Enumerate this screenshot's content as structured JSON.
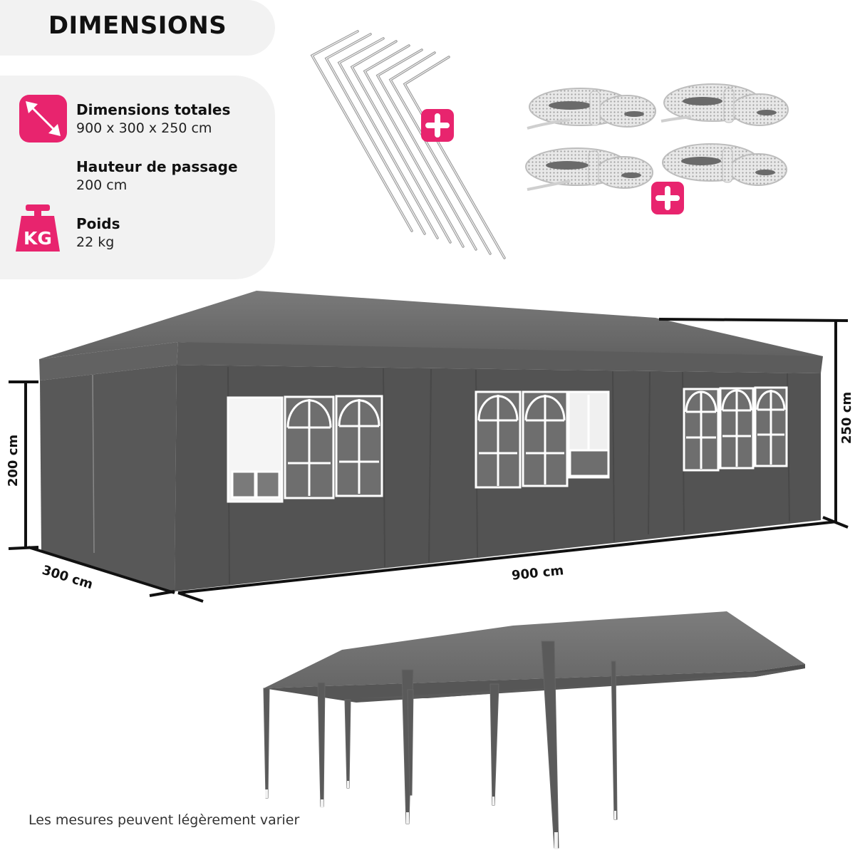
{
  "header": {
    "title": "DIMENSIONS"
  },
  "specs": [
    {
      "icon": "diagonal-arrows-icon",
      "label": "Dimensions totales",
      "value": "900 x 300 x 250 cm"
    },
    {
      "icon": "",
      "label": "Hauteur de passage",
      "value": "200 cm"
    },
    {
      "icon": "kg-weight-icon",
      "label": "Poids",
      "value": "22 kg",
      "icon_text": "KG"
    }
  ],
  "accessories": [
    {
      "name": "ground-stakes",
      "count": 8,
      "icon": "plus-icon"
    },
    {
      "name": "guy-ropes",
      "count": 4,
      "icon": "plus-icon"
    }
  ],
  "dimension_labels": {
    "side_height": "200 cm",
    "depth": "300 cm",
    "length": "900 cm",
    "total_height": "250 cm"
  },
  "footnote": "Les mesures peuvent légèrement varier",
  "colors": {
    "accent": "#e8246e",
    "panel_bg": "#f2f2f2",
    "tent_gray": "#5a5a5a"
  }
}
